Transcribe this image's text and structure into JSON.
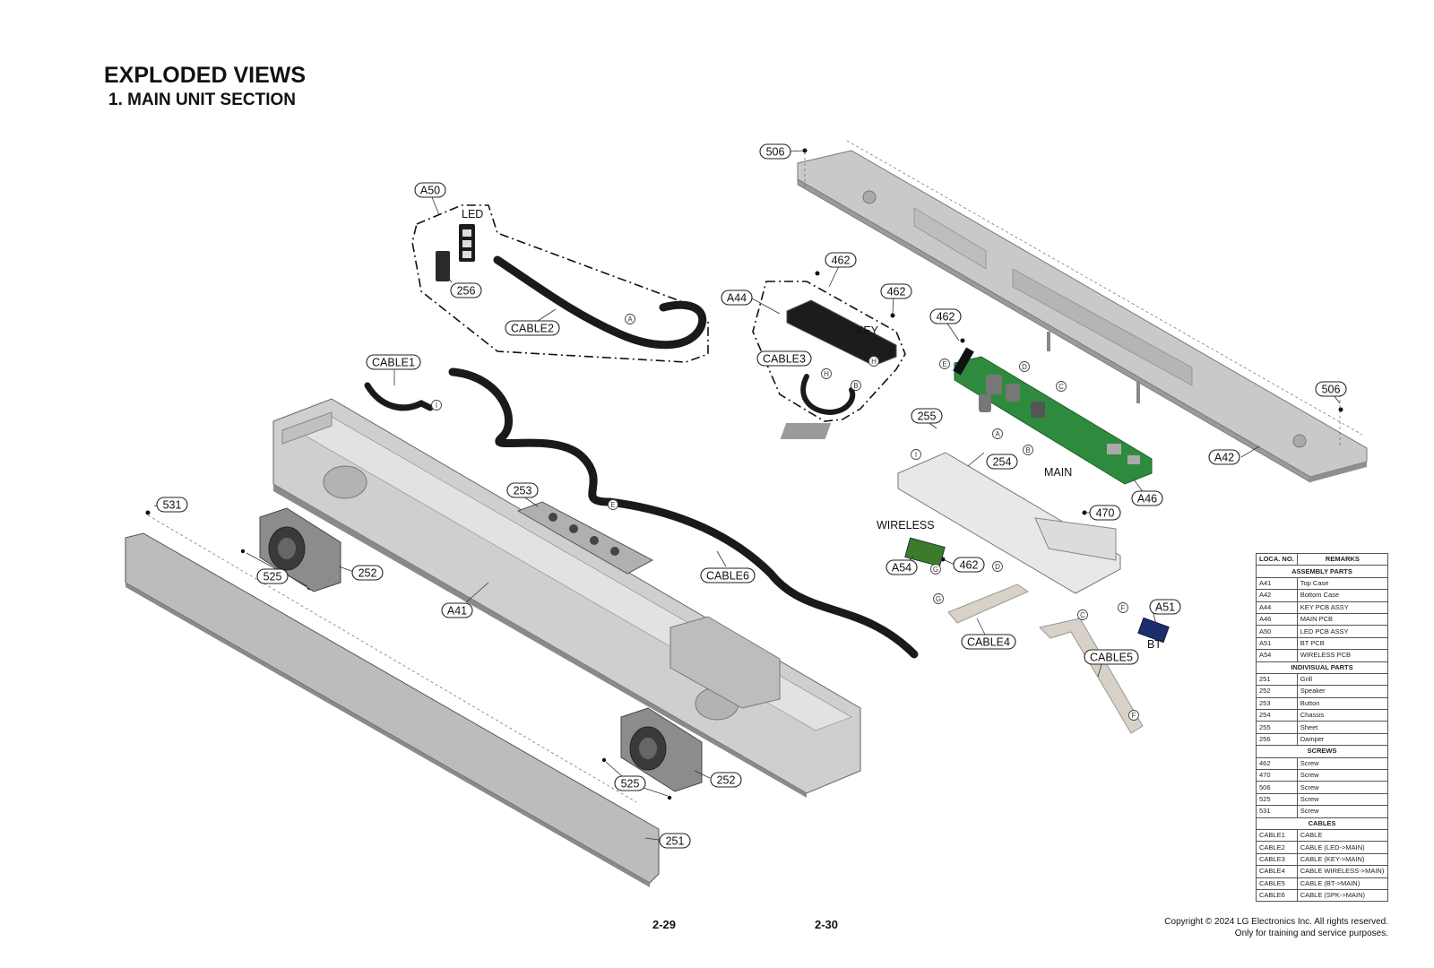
{
  "title": "EXPLODED VIEWS",
  "subtitle": "1. MAIN UNIT SECTION",
  "callouts": {
    "c506a": "506",
    "c506b": "506",
    "a50": "A50",
    "a44": "A44",
    "a42": "A42",
    "a41": "A41",
    "a46": "A46",
    "a51": "A51",
    "a54": "A54",
    "c462a": "462",
    "c462b": "462",
    "c462c": "462",
    "c462d": "462",
    "c256": "256",
    "c255": "255",
    "c254": "254",
    "c253": "253",
    "c252a": "252",
    "c252b": "252",
    "c251": "251",
    "c525a": "525",
    "c525b": "525",
    "c531": "531",
    "c470": "470",
    "cable1": "CABLE1",
    "cable2": "CABLE2",
    "cable3": "CABLE3",
    "cable4": "CABLE4",
    "cable5": "CABLE5",
    "cable6": "CABLE6"
  },
  "labels": {
    "led": "LED",
    "key": "KEY",
    "main": "MAIN",
    "wireless": "WIRELESS",
    "bt": "BT"
  },
  "markers": {
    "a": "A",
    "b": "B",
    "c": "C",
    "d": "D",
    "e": "E",
    "f": "F",
    "g": "G",
    "h": "H",
    "i": "I"
  },
  "table": {
    "header": {
      "loc": "LOCA. NO.",
      "remarks": "REMARKS"
    },
    "sections": [
      {
        "title": "ASSEMBLY PARTS",
        "rows": [
          [
            "A41",
            "Top Case"
          ],
          [
            "A42",
            "Bottom Case"
          ],
          [
            "A44",
            "KEY PCB ASSY"
          ],
          [
            "A46",
            "MAIN PCB"
          ],
          [
            "A50",
            "LED PCB ASSY"
          ],
          [
            "A51",
            "BT PCB"
          ],
          [
            "A54",
            "WIRELESS PCB"
          ]
        ]
      },
      {
        "title": "INDIVISUAL PARTS",
        "rows": [
          [
            "251",
            "Grill"
          ],
          [
            "252",
            "Speaker"
          ],
          [
            "253",
            "Button"
          ],
          [
            "254",
            "Chassis"
          ],
          [
            "255",
            "Sheet"
          ],
          [
            "256",
            "Damper"
          ]
        ]
      },
      {
        "title": "SCREWS",
        "rows": [
          [
            "462",
            "Screw"
          ],
          [
            "470",
            "Screw"
          ],
          [
            "506",
            "Screw"
          ],
          [
            "525",
            "Screw"
          ],
          [
            "531",
            "Screw"
          ]
        ]
      },
      {
        "title": "CABLES",
        "rows": [
          [
            "CABLE1",
            "CABLE"
          ],
          [
            "CABLE2",
            "CABLE (LED->MAIN)"
          ],
          [
            "CABLE3",
            "CABLE (KEY->MAIN)"
          ],
          [
            "CABLE4",
            "CABLE WIRELESS->MAIN)"
          ],
          [
            "CABLE5",
            "CABLE (BT->MAIN)"
          ],
          [
            "CABLE6",
            "CABLE (SPK->MAIN)"
          ]
        ]
      }
    ]
  },
  "footer": {
    "page_left": "2-29",
    "page_right": "2-30",
    "copyright_line1": "Copyright © 2024 LG Electronics Inc. All rights reserved.",
    "copyright_line2": "Only for training and service purposes."
  }
}
